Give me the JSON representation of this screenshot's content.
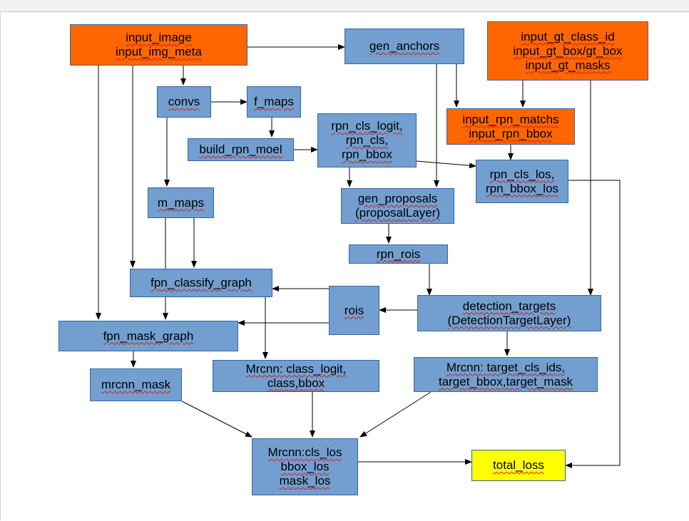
{
  "diagram": {
    "nodes": {
      "input_image": {
        "lines": [
          "input_image",
          "input_img_meta"
        ]
      },
      "gen_anchors": {
        "lines": [
          "gen_anchors"
        ]
      },
      "input_gt": {
        "lines": [
          "input_gt_class_id",
          "input_gt_box/gt_box",
          "input_gt_masks"
        ]
      },
      "convs": {
        "lines": [
          "convs"
        ]
      },
      "f_maps": {
        "lines": [
          "f_maps"
        ]
      },
      "input_rpn": {
        "lines": [
          "input_rpn_matchs",
          "input_rpn_bbox"
        ]
      },
      "build_rpn": {
        "lines": [
          "build_rpn_moel"
        ]
      },
      "rpn_outputs": {
        "lines": [
          "rpn_cls_logit,",
          "rpn_cls,",
          "rpn_bbox"
        ]
      },
      "rpn_loss": {
        "lines": [
          "rpn_cls_los,",
          "rpn_bbox_los"
        ]
      },
      "m_maps": {
        "lines": [
          "m_maps"
        ]
      },
      "gen_proposals": {
        "lines": [
          "gen_proposals",
          "(proposalLayer)"
        ]
      },
      "rpn_rois": {
        "lines": [
          "rpn_rois"
        ]
      },
      "fpn_classify": {
        "lines": [
          "fpn_classify_graph"
        ]
      },
      "rois": {
        "lines": [
          "rois"
        ]
      },
      "det_targets": {
        "lines": [
          "detection_targets",
          "(DetectionTargetLayer)"
        ]
      },
      "fpn_mask": {
        "lines": [
          "fpn_mask_graph"
        ]
      },
      "mrcnn_mask": {
        "lines": [
          "mrcnn_mask"
        ]
      },
      "mrcnn_class": {
        "lines": [
          "Mrcnn: class_logit,",
          "class,bbox"
        ]
      },
      "mrcnn_targets": {
        "lines": [
          "Mrcnn: target_cls_ids,",
          "target_bbox,target_mask"
        ]
      },
      "mrcnn_loss": {
        "lines": [
          "Mrcnn:cls_los",
          "bbox_los",
          "mask_los"
        ]
      },
      "total_loss": {
        "lines": [
          "total_loss"
        ]
      }
    }
  }
}
